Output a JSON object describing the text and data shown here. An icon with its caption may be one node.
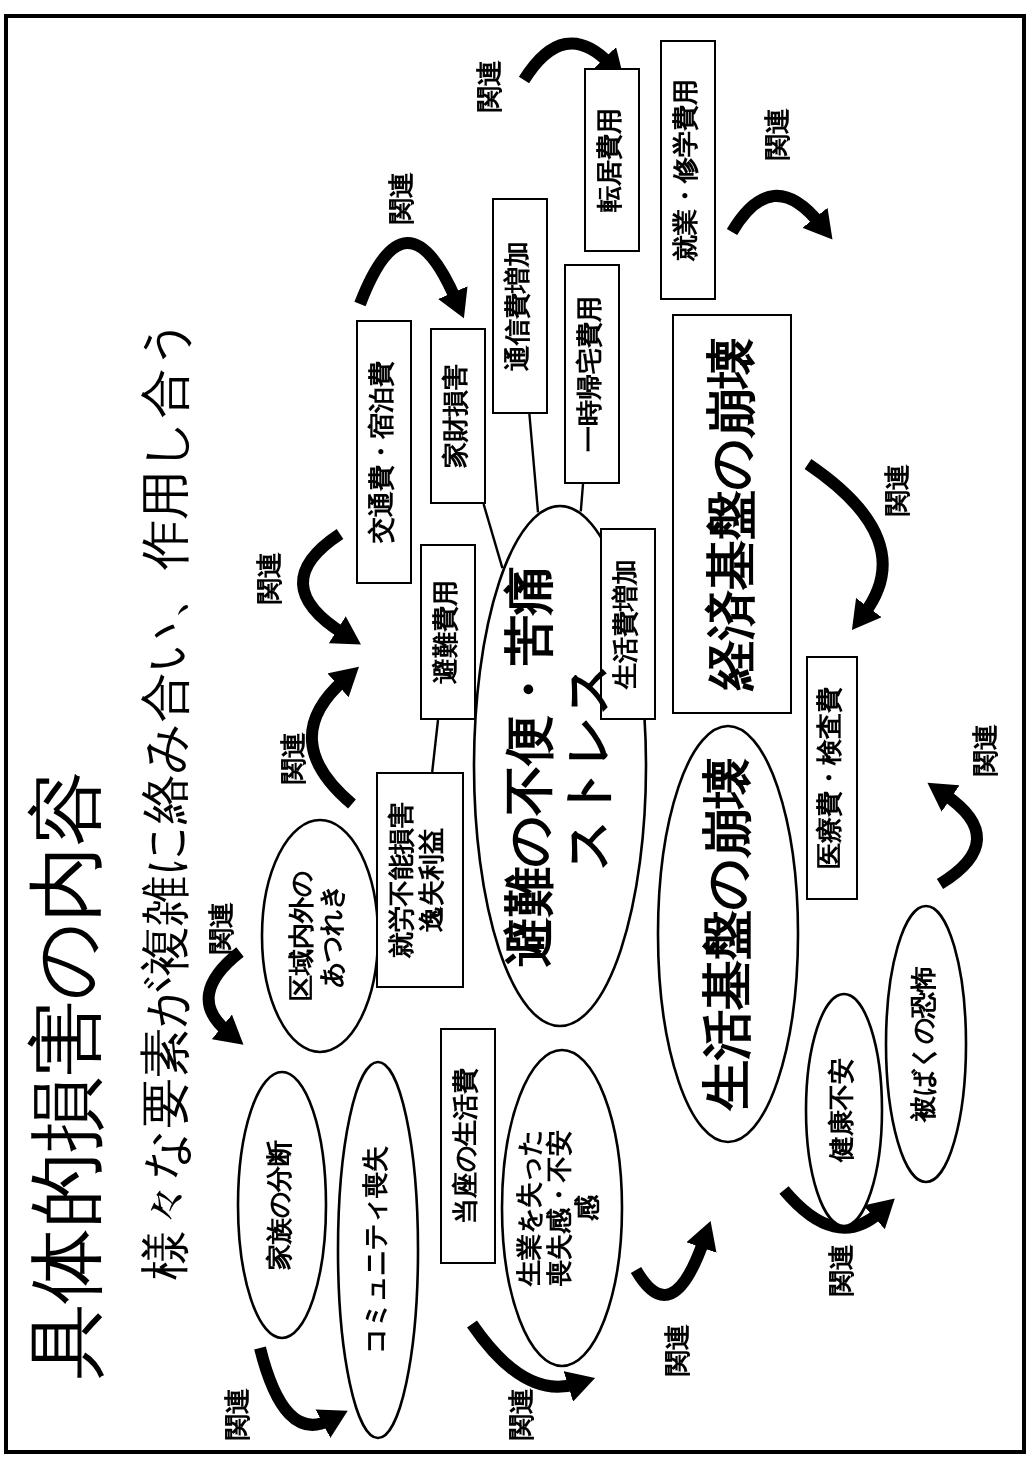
{
  "diagram": {
    "title": "具体的損害の内容",
    "nodes": [
      {
        "text": [
          "家族の分断"
        ]
      },
      {
        "text": [
          "コミュニティ喪失"
        ]
      },
      {
        "text": [
          "区域内外のあつれき"
        ]
      },
      {
        "text": [
          "当座の生活費"
        ]
      },
      {
        "text": [
          "就労不能損害",
          "逸失利益"
        ]
      },
      {
        "text": [
          "生業を失った喪失感・不安感"
        ]
      },
      {
        "text": [
          "避難の不便・苦痛ストレス"
        ]
      },
      {
        "text": [
          "避難費用"
        ]
      },
      {
        "text": [
          "交通費・宿泊費"
        ]
      },
      {
        "text": [
          "家財損害"
        ]
      },
      {
        "text": [
          "通信費増加"
        ]
      },
      {
        "text": [
          "一時帰宅費用"
        ]
      },
      {
        "text": [
          "生活費増加"
        ]
      },
      {
        "text": [
          "生活基盤の崩壊"
        ]
      },
      {
        "text": [
          "経済基盤の崩壊"
        ]
      },
      {
        "text": [
          "医療費・検査費"
        ]
      },
      {
        "text": [
          "健康不安"
        ]
      },
      {
        "text": [
          "被ばくの恐怖"
        ]
      },
      {
        "text": [
          "転居費用"
        ]
      },
      {
        "text": [
          "就業・修学費用"
        ]
      }
    ],
    "edges": [
      {
        "from": 7,
        "to": 4,
        "arrow": "none"
      },
      {
        "from": 9,
        "to": 6,
        "arrow": "none"
      },
      {
        "from": 10,
        "to": 6,
        "arrow": "none"
      },
      {
        "from": 11,
        "to": 6,
        "arrow": "none"
      }
    ],
    "labels": [
      "様々な要素が複雑に絡み合い、作用し合う",
      "関連",
      "関連",
      "関連",
      "関連",
      "関連",
      "関連",
      "関連",
      "関連",
      "関連",
      "関連",
      "関連",
      "関連"
    ]
  }
}
